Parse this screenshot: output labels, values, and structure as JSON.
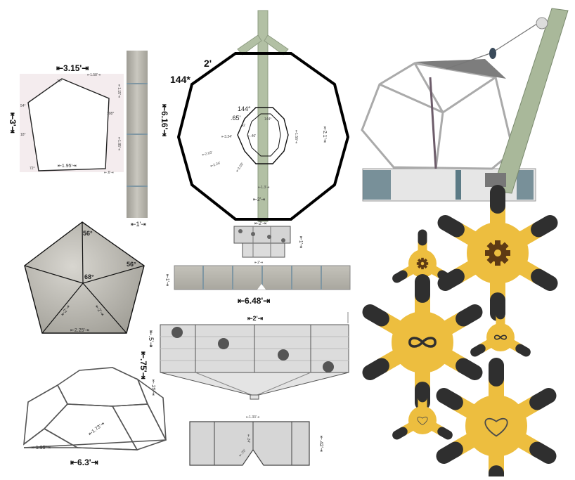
{
  "pentagon_flat": {
    "top_width": "⇤3.15'⇥",
    "top_half": "⇤1.58'⇥",
    "height": "⇤3'⇥",
    "side_upper": "⇤1.15'⇥",
    "side_lower": "⇤1.85'⇥",
    "bottom_width": "⇤1.95'⇥",
    "corner_depth": "⇤.6'⇥",
    "angle_top": "36°",
    "angle_left": "54°",
    "angle_right": "108°",
    "angle_left_low": "18°",
    "angle_bottom_left": "72°"
  },
  "panel_strip": {
    "height": "⇤6.16'⇥",
    "width": "⇤1'⇥"
  },
  "decagon": {
    "side": "2'",
    "angle": "144*",
    "inner_angle": "144°",
    "inner_side": ".65'",
    "inner_small": "144°",
    "inner_small_side": ".42",
    "radius_label": "⇤2.1'⇥",
    "inner_radius": "⇤1.56'⇥",
    "d1": "⇤3.24'",
    "d2": "⇤2.03'",
    "d3": "⇤2.24'",
    "d4": "⇤3.09'",
    "d5": "⇤.46'",
    "d6": "⇤1.3'⇥",
    "bottom": "⇤2'⇥"
  },
  "small_box": {
    "top": "⇤2'⇥",
    "side": "⇤1'⇥",
    "bottom": "⇤2'⇥"
  },
  "long_panel": {
    "height": "⇤1'⇥",
    "width": "⇤6.48'⇥"
  },
  "pentagon_triangles": {
    "angle_top": "56°",
    "angle_right": "56°",
    "angle_center": "68°",
    "side_left": "⇤2'⇥",
    "side_right": "⇤2'⇥",
    "base": "⇤2.25'⇥"
  },
  "funnel": {
    "top": "⇤2'⇥",
    "height_upper": "⇤.5'⇥",
    "height_mid": "⇤.75'⇥",
    "height_lower": "⇤.25'⇥"
  },
  "bottom_panel": {
    "top": "⇤1.33'⇥",
    "side": "⇤.42'⇥",
    "center": "⇤.24'",
    "notch": "⇤.25'"
  },
  "frame": {
    "width": "⇤6.3'⇥",
    "edge_a": "⇤1.95'⇥",
    "edge_b": "⇤1.73'⇥"
  },
  "colors": {
    "gear_yellow": "#EDBE3F",
    "gear_dark": "#2F2F2F",
    "icon_brown": "#5E3A14",
    "pole_green": "#A9B89A",
    "panel_grey": "#B9B7AF",
    "box_teal": "#5C7B86"
  }
}
